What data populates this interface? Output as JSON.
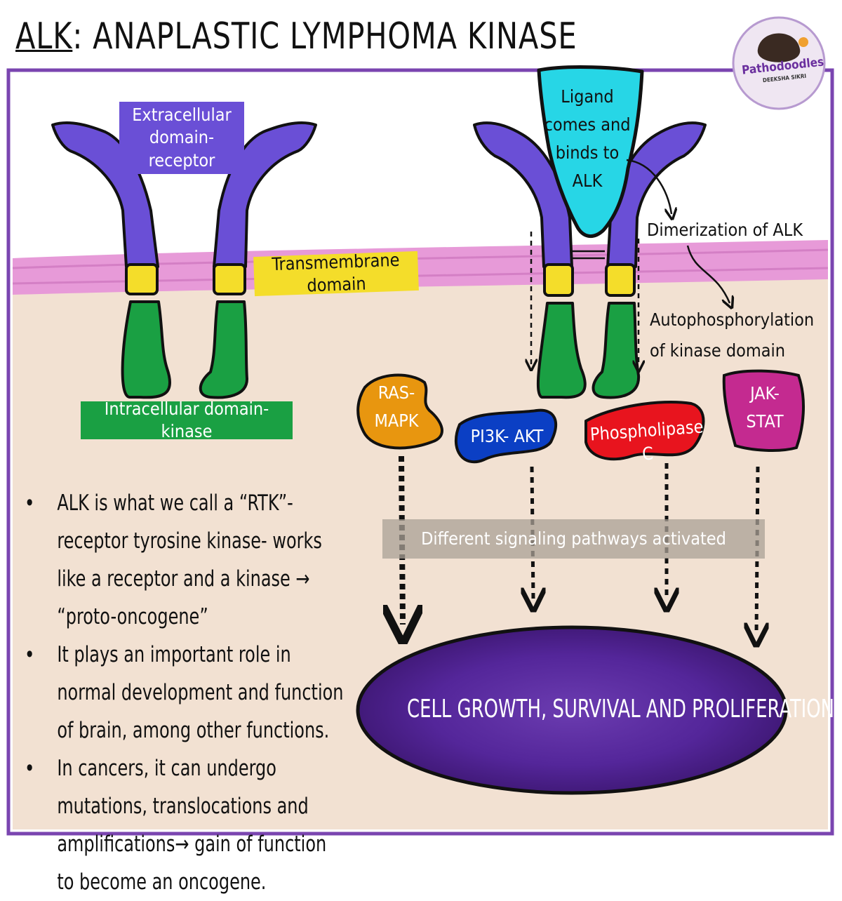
{
  "title": {
    "abbr": "ALK",
    "rest": ": ANAPLASTIC LYMPHOMA KINASE"
  },
  "logo": {
    "name": "Pathodoodles",
    "byline": "DEEKSHA SIKRI"
  },
  "labels": {
    "extracellular": "Extracellular domain- receptor",
    "transmembrane": "Transmembrane domain",
    "intracellular": "Intracellular domain- kinase",
    "ligand": "Ligand comes and binds to ALK",
    "dimerization": "Dimerization of ALK",
    "autophosphorylation_1": "Autophosphorylation",
    "autophosphorylation_2": "of kinase domain",
    "pathways": "Different signaling pathways activated"
  },
  "signals": [
    {
      "label_1": "RAS-",
      "label_2": "MAPK",
      "color": "#e8960f"
    },
    {
      "label_1": "PI3K- AKT",
      "label_2": "",
      "color": "#0b3fc4"
    },
    {
      "label_1": "Phospholipase C",
      "label_2": "",
      "color": "#e8141e"
    },
    {
      "label_1": "JAK-",
      "label_2": "STAT",
      "color": "#c42a90"
    }
  ],
  "outcome": "CELL GROWTH, SURVIVAL AND PROLIFERATION",
  "bullets": [
    "ALK is what we call a “RTK”- receptor tyrosine kinase- works like a receptor and a kinase → “proto-oncogene”",
    "It plays an important role in normal development and function of brain, among other functions.",
    "In cancers, it can undergo mutations, translocations and amplifications→ gain of function to become an oncogene."
  ],
  "colors": {
    "receptor": "#6a4fd6",
    "transmembrane": "#f4dd2a",
    "kinase": "#1aa043",
    "membrane": "#e79ad8",
    "cytoplasm": "#f2e1d2",
    "ligand": "#27d6e6",
    "cell": "#5a2a9a",
    "frame": "#7a45b0"
  }
}
